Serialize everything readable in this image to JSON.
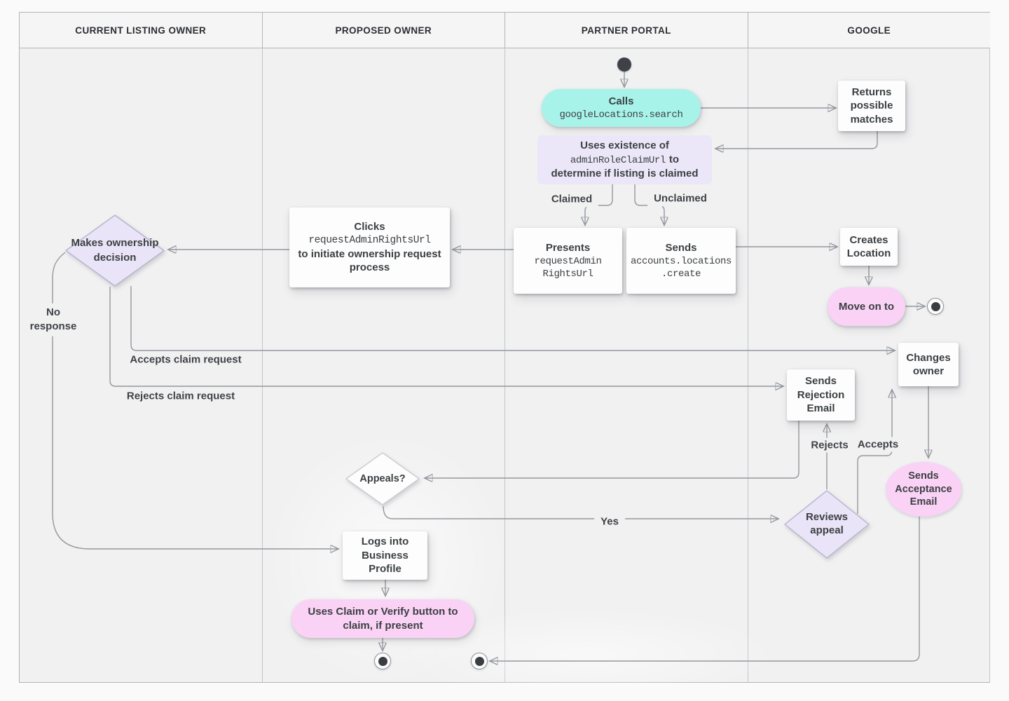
{
  "lanes": [
    {
      "label": "CURRENT LISTING OWNER"
    },
    {
      "label": "PROPOSED OWNER"
    },
    {
      "label": "PARTNER PORTAL"
    },
    {
      "label": "GOOGLE"
    }
  ],
  "nodes": {
    "calls_search": {
      "title": "Calls",
      "code": "googleLocations.search"
    },
    "returns_matches": {
      "label": "Returns possible matches"
    },
    "uses_existence": {
      "line1": "Uses existence of",
      "code": "adminRoleClaimUrl",
      "line2_tail": "to",
      "line3": "determine if listing is claimed"
    },
    "presents": {
      "title": "Presents",
      "code_lines": [
        "requestAdmin",
        "RightsUrl"
      ]
    },
    "sends_create": {
      "title": "Sends",
      "code_lines": [
        "accounts.locations",
        ".create"
      ]
    },
    "creates_location": {
      "label": "Creates Location"
    },
    "move_on": {
      "label": "Move on to"
    },
    "clicks": {
      "title": "Clicks",
      "code": "requestAdminRightsUrl",
      "tail": "to initiate ownership request process"
    },
    "makes_decision": {
      "label": "Makes ownership decision"
    },
    "sends_rejection": {
      "label": "Sends Rejection Email"
    },
    "changes_owner": {
      "label": "Changes owner"
    },
    "sends_acceptance": {
      "label": "Sends Acceptance Email"
    },
    "appeals": {
      "label": "Appeals?"
    },
    "reviews_appeal": {
      "label": "Reviews appeal"
    },
    "logs_into": {
      "label": "Logs into Business Profile"
    },
    "uses_claim": {
      "label": "Uses Claim or Verify button to claim, if present"
    }
  },
  "edge_labels": {
    "claimed": "Claimed",
    "unclaimed": "Unclaimed",
    "no_response": "No response",
    "accepts_claim": "Accepts claim request",
    "rejects_claim": "Rejects claim request",
    "rejects": "Rejects",
    "accepts": "Accepts",
    "yes": "Yes"
  },
  "colors": {
    "canvas": "#f1f1f2",
    "teal_node": "#a7f3e9",
    "lavender_node": "#ebe7f8",
    "diamond_fill": "#e9e4f7",
    "pink_node": "#fad2f6",
    "line": "#94989d",
    "text": "#3c4043"
  }
}
